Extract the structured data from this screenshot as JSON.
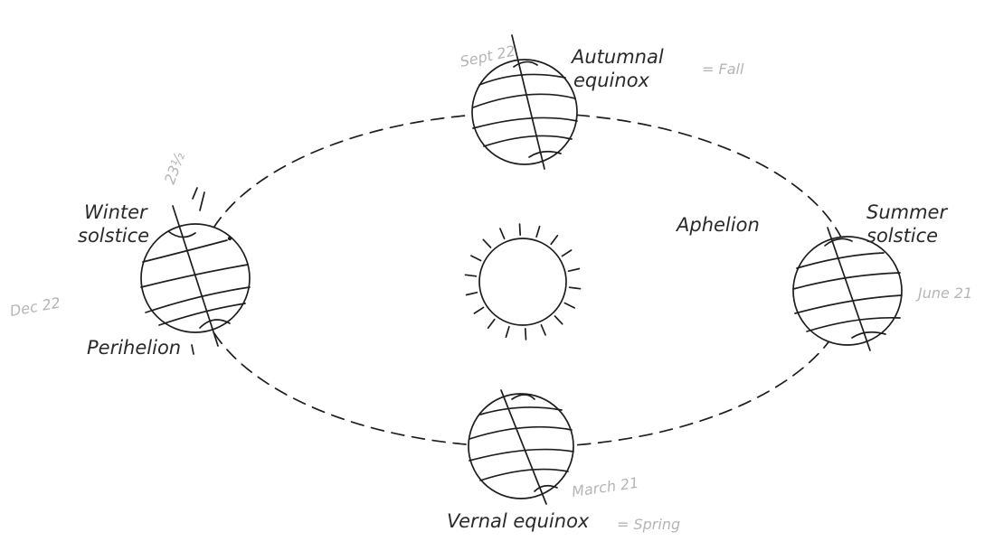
{
  "labels": {
    "autumnal_1": "Autumnal",
    "autumnal_2": "equinox",
    "winter_1": "Winter",
    "winter_2": "solstice",
    "summer_1": "Summer",
    "summer_2": "solstice",
    "aphelion": "Aphelion",
    "perihelion": "Perihelion",
    "vernal": "Vernal equinox"
  },
  "annotations": {
    "sept": "Sept 22",
    "fall": "= Fall",
    "tilt": "23½",
    "dec": "Dec 22",
    "june": "June 21",
    "march": "March 21",
    "spring": "= Spring"
  },
  "colors": {
    "ink": "#1e1e1e",
    "pencil": "#b5b5b5",
    "background": "#ffffff"
  }
}
